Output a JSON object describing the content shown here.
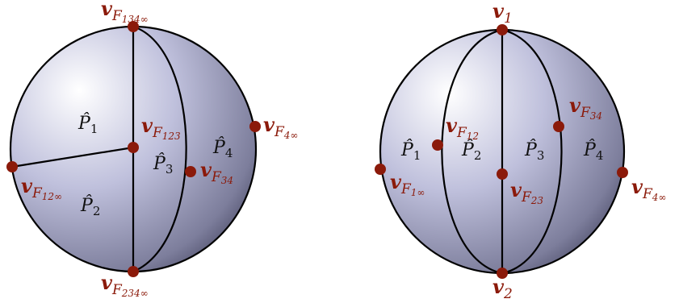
{
  "left_sphere": {
    "faces": [
      {
        "id": "lp1",
        "sym": "P̂",
        "sub": "1"
      },
      {
        "id": "lp2",
        "sym": "P̂",
        "sub": "2"
      },
      {
        "id": "lp3",
        "sym": "P̂",
        "sub": "3"
      },
      {
        "id": "lp4",
        "sym": "P̂",
        "sub": "4"
      }
    ],
    "vertices": [
      {
        "id": "lv134",
        "base": "v",
        "sub": "F",
        "subsub": "134∞"
      },
      {
        "id": "lv234",
        "base": "v",
        "sub": "F",
        "subsub": "234∞"
      },
      {
        "id": "lv123",
        "base": "v",
        "sub": "F",
        "subsub": "123"
      },
      {
        "id": "lv4",
        "base": "v",
        "sub": "F",
        "subsub": "4∞"
      },
      {
        "id": "lv34",
        "base": "v",
        "sub": "F",
        "subsub": "34"
      },
      {
        "id": "lv12",
        "base": "v",
        "sub": "F",
        "subsub": "12∞"
      }
    ]
  },
  "right_sphere": {
    "faces": [
      {
        "id": "rp1",
        "sym": "P̂",
        "sub": "1"
      },
      {
        "id": "rp2",
        "sym": "P̂",
        "sub": "2"
      },
      {
        "id": "rp3",
        "sym": "P̂",
        "sub": "3"
      },
      {
        "id": "rp4",
        "sym": "P̂",
        "sub": "4"
      }
    ],
    "vertices": [
      {
        "id": "rv1",
        "base": "v",
        "sub": "1",
        "subsub": ""
      },
      {
        "id": "rv2",
        "base": "v",
        "sub": "2",
        "subsub": ""
      },
      {
        "id": "rv12",
        "base": "v",
        "sub": "F",
        "subsub": "12"
      },
      {
        "id": "rv34",
        "base": "v",
        "sub": "F",
        "subsub": "34"
      },
      {
        "id": "rv1inf",
        "base": "v",
        "sub": "F",
        "subsub": "1∞"
      },
      {
        "id": "rv23",
        "base": "v",
        "sub": "F",
        "subsub": "23"
      },
      {
        "id": "rv4inf",
        "base": "v",
        "sub": "F",
        "subsub": "4∞"
      }
    ]
  },
  "colors": {
    "vertex": "#8b1a0a",
    "edge": "#000000",
    "sphere_highlight": "#ffffff",
    "sphere_mid": "#b9b9d9",
    "sphere_shadow": "#4a4a6a"
  }
}
